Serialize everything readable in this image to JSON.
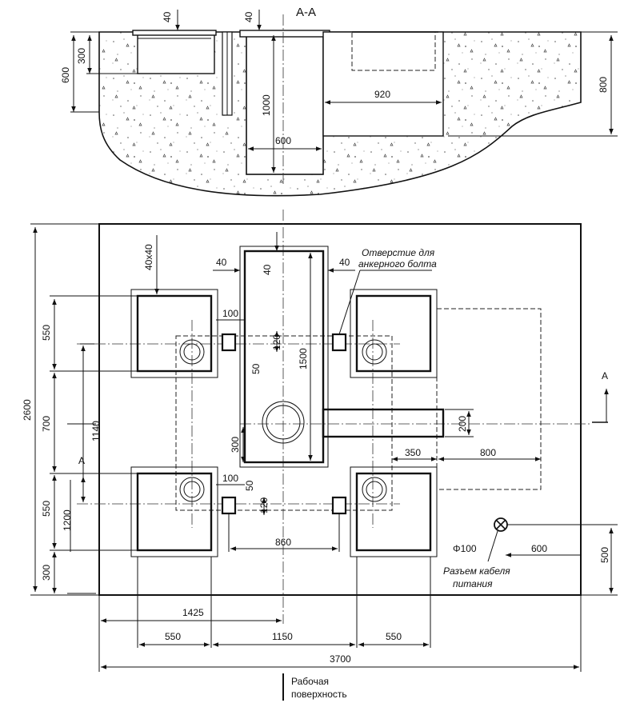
{
  "section": {
    "title": "А-А",
    "dims": {
      "top_left_40": "40",
      "top_mid_40": "40",
      "h300": "300",
      "h600": "600",
      "h1000": "1000",
      "w600": "600",
      "w920": "920",
      "h800": "800"
    }
  },
  "plan": {
    "dims": {
      "sq40x40": "40x40",
      "d40_left": "40",
      "d40_center": "40",
      "d40_right": "40",
      "d100_top": "100",
      "d120_top": "120",
      "d50_mid": "50",
      "d1500": "1500",
      "d550_left_top": "550",
      "d2600": "2600",
      "d700": "700",
      "d1140": "1140",
      "d300_mid": "300",
      "d200": "200",
      "d350": "350",
      "d800": "800",
      "d100_bot": "100",
      "d50_bot": "50",
      "d120_bot": "120",
      "d1200": "1200",
      "d550_left_bot": "550",
      "d860": "860",
      "phi100": "Φ100",
      "d600": "600",
      "d500": "500",
      "d300_bot": "300",
      "d1425": "1425",
      "d550_b1": "550",
      "d1150": "1150",
      "d550_b2": "550",
      "d3700": "3700"
    },
    "section_mark": "А",
    "notes": {
      "anchor_line1": "Отверстие для",
      "anchor_line2": "анкерного болта",
      "cable_line1": "Разъем кабеля",
      "cable_line2": "питания",
      "work_line1": "Рабочая",
      "work_line2": "поверхность"
    }
  }
}
